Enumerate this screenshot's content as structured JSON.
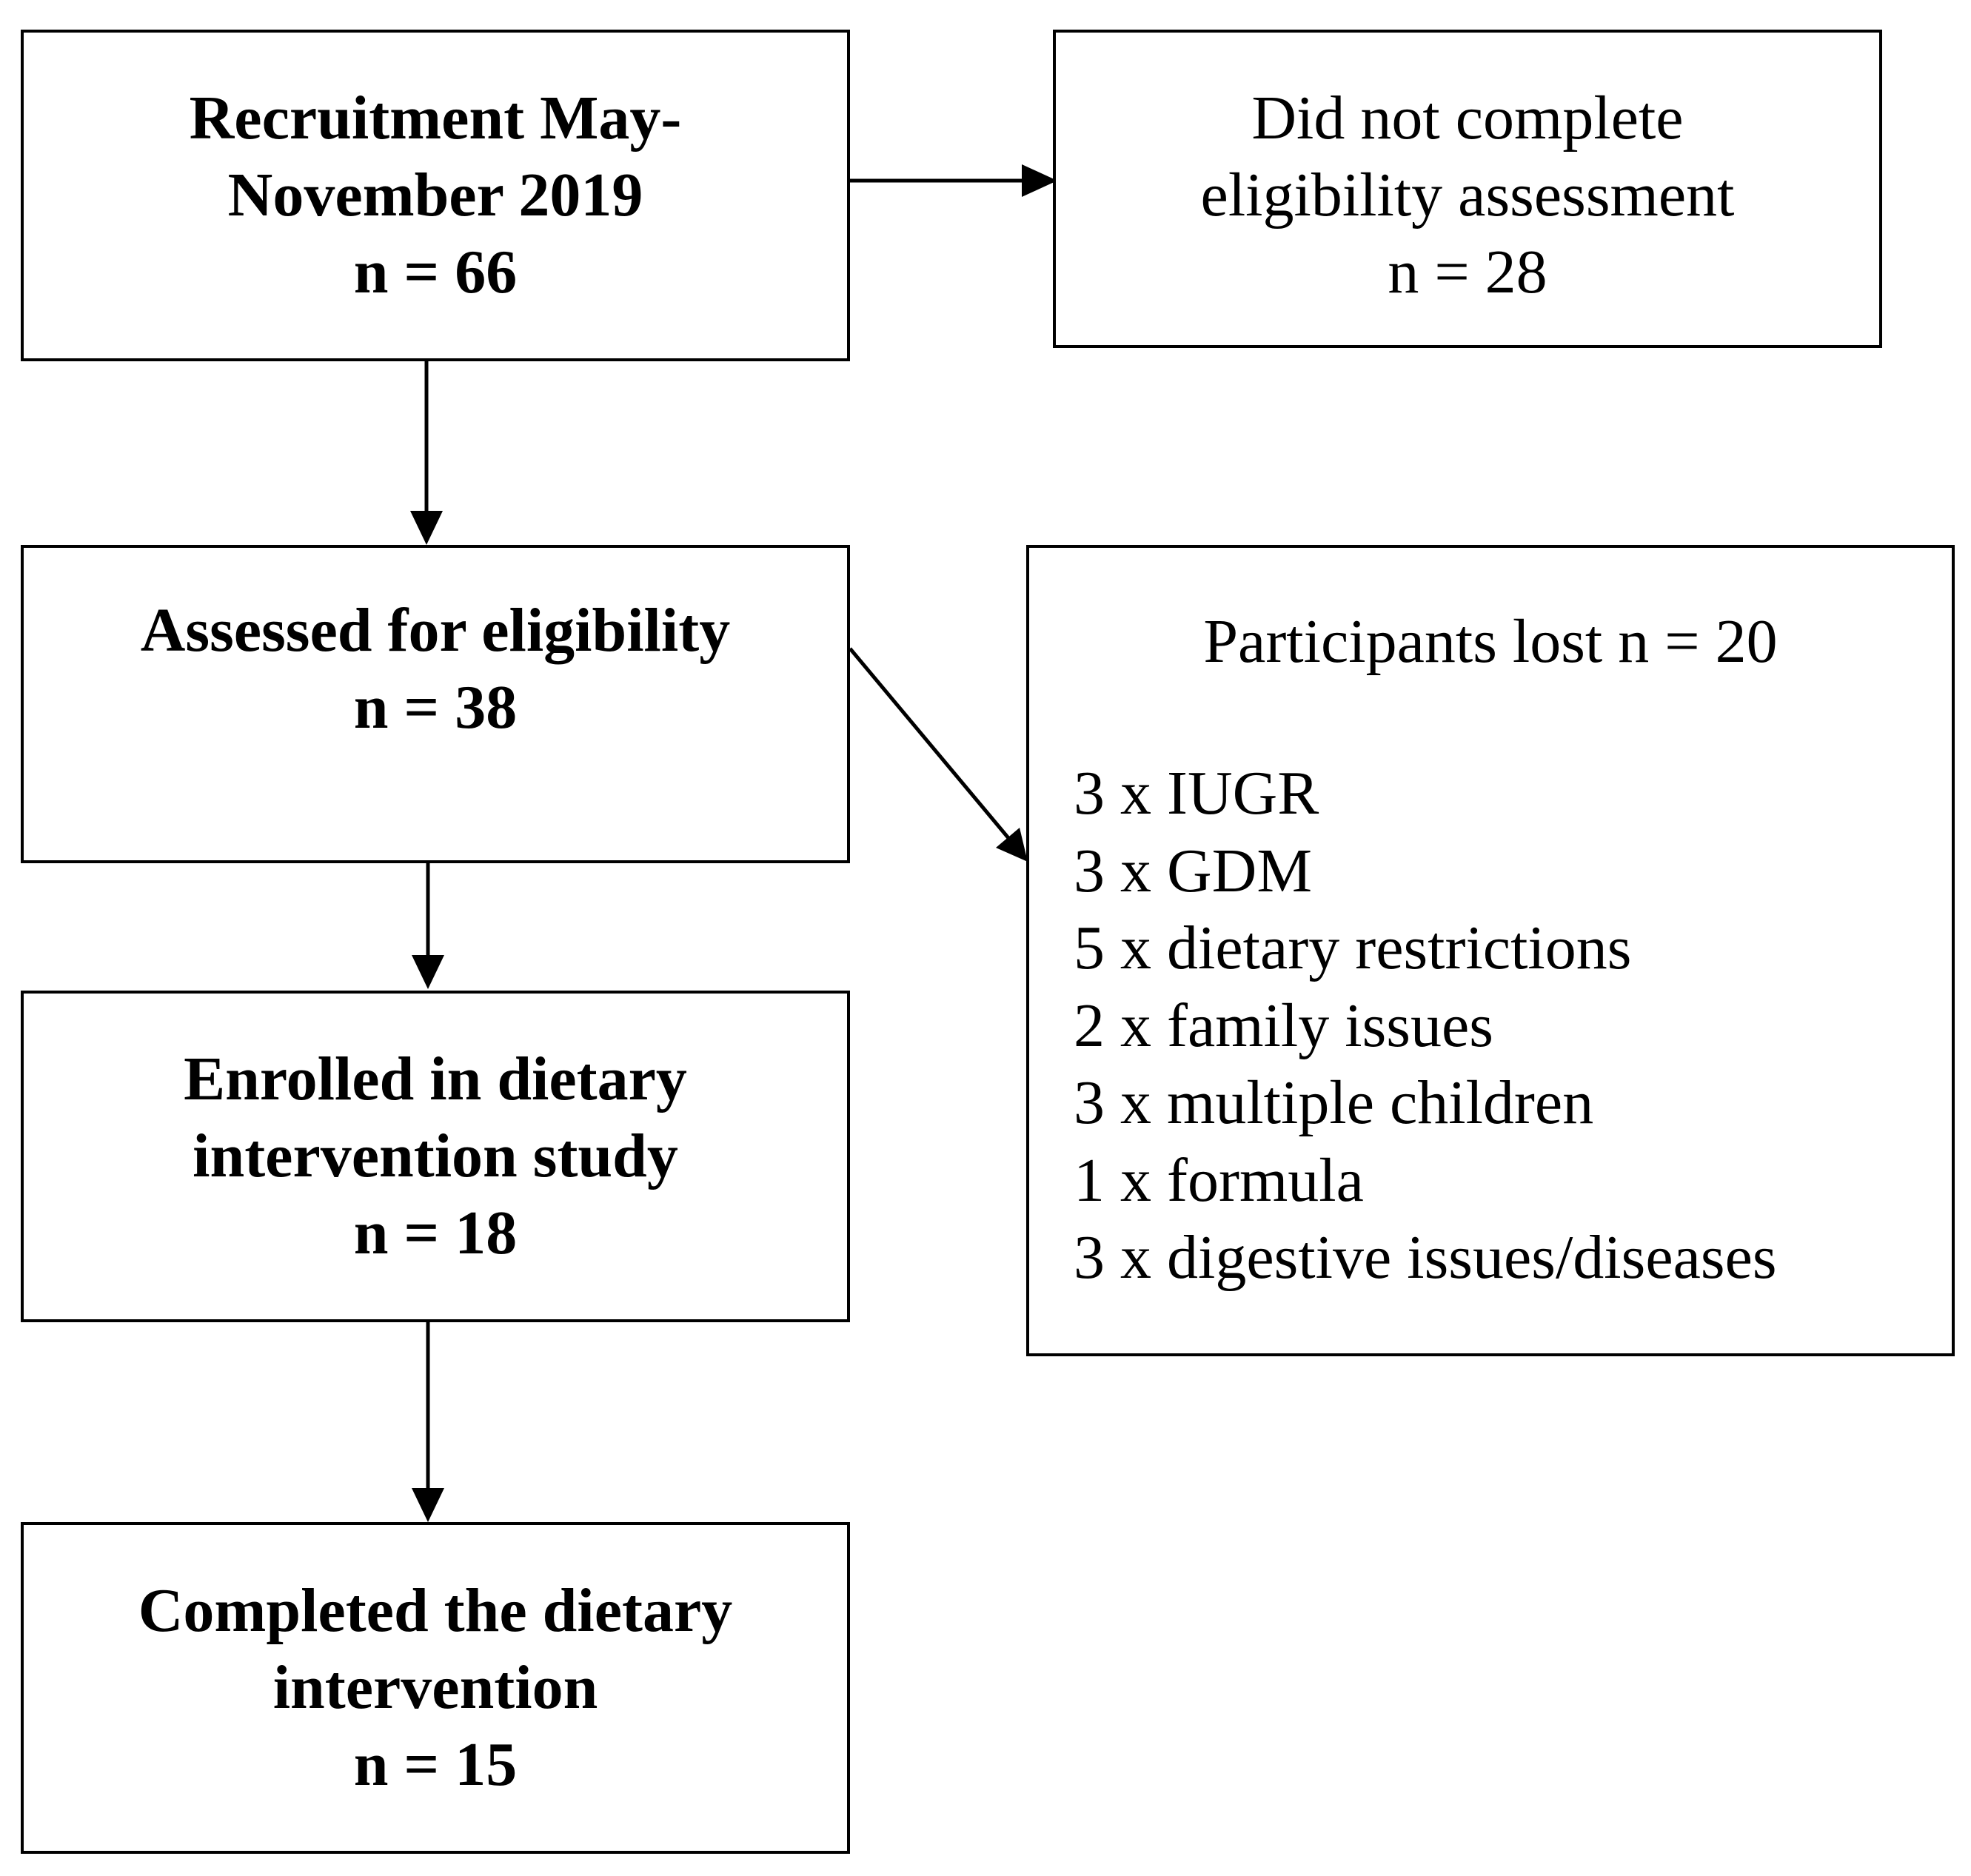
{
  "recruitment": {
    "line1": "Recruitment May-",
    "line2": "November 2019",
    "count": "n = 66"
  },
  "not_completed": {
    "line1": "Did not complete",
    "line2": "eligibility assessment",
    "count": "n = 28"
  },
  "assessed": {
    "line1": "Assessed for eligibility",
    "count": "n = 38"
  },
  "lost": {
    "title": "Participants lost n = 20",
    "reasons": [
      "3 x IUGR",
      "3 x GDM",
      "5 x dietary restrictions",
      "2 x family issues",
      "3 x multiple children",
      "1 x formula",
      "3 x digestive issues/diseases"
    ]
  },
  "enrolled": {
    "line1": "Enrolled in dietary",
    "line2": "intervention study",
    "count": "n = 18"
  },
  "completed": {
    "line1": "Completed the dietary",
    "line2": "intervention",
    "count": "n = 15"
  }
}
